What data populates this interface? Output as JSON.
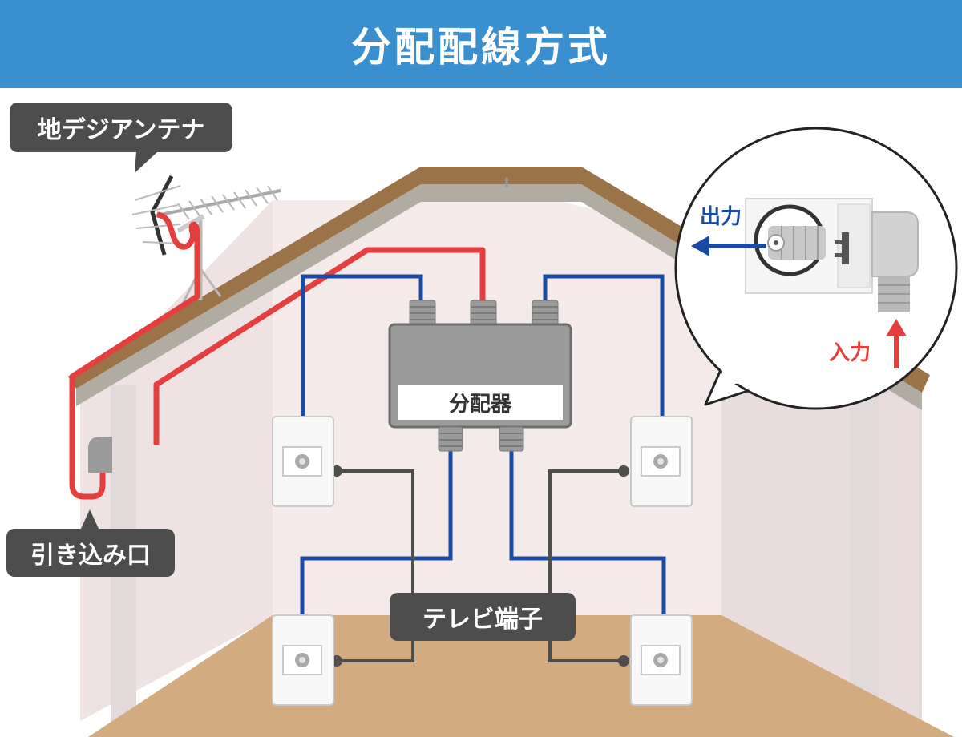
{
  "title": "分配配線方式",
  "labels": {
    "antenna": "地デジアンテナ",
    "inlet": "引き込み口",
    "splitter": "分配器",
    "tv_terminal": "テレビ端子"
  },
  "zoom": {
    "output": "出力",
    "input": "入力"
  },
  "colors": {
    "header": "#3a8fcf",
    "input_cable": "#e53e3e",
    "output_cable": "#1b4aa3",
    "link_line": "#4d4d4d",
    "roof": "#9b7349",
    "wall": "#f4eaea",
    "floor": "#d2ab80"
  }
}
